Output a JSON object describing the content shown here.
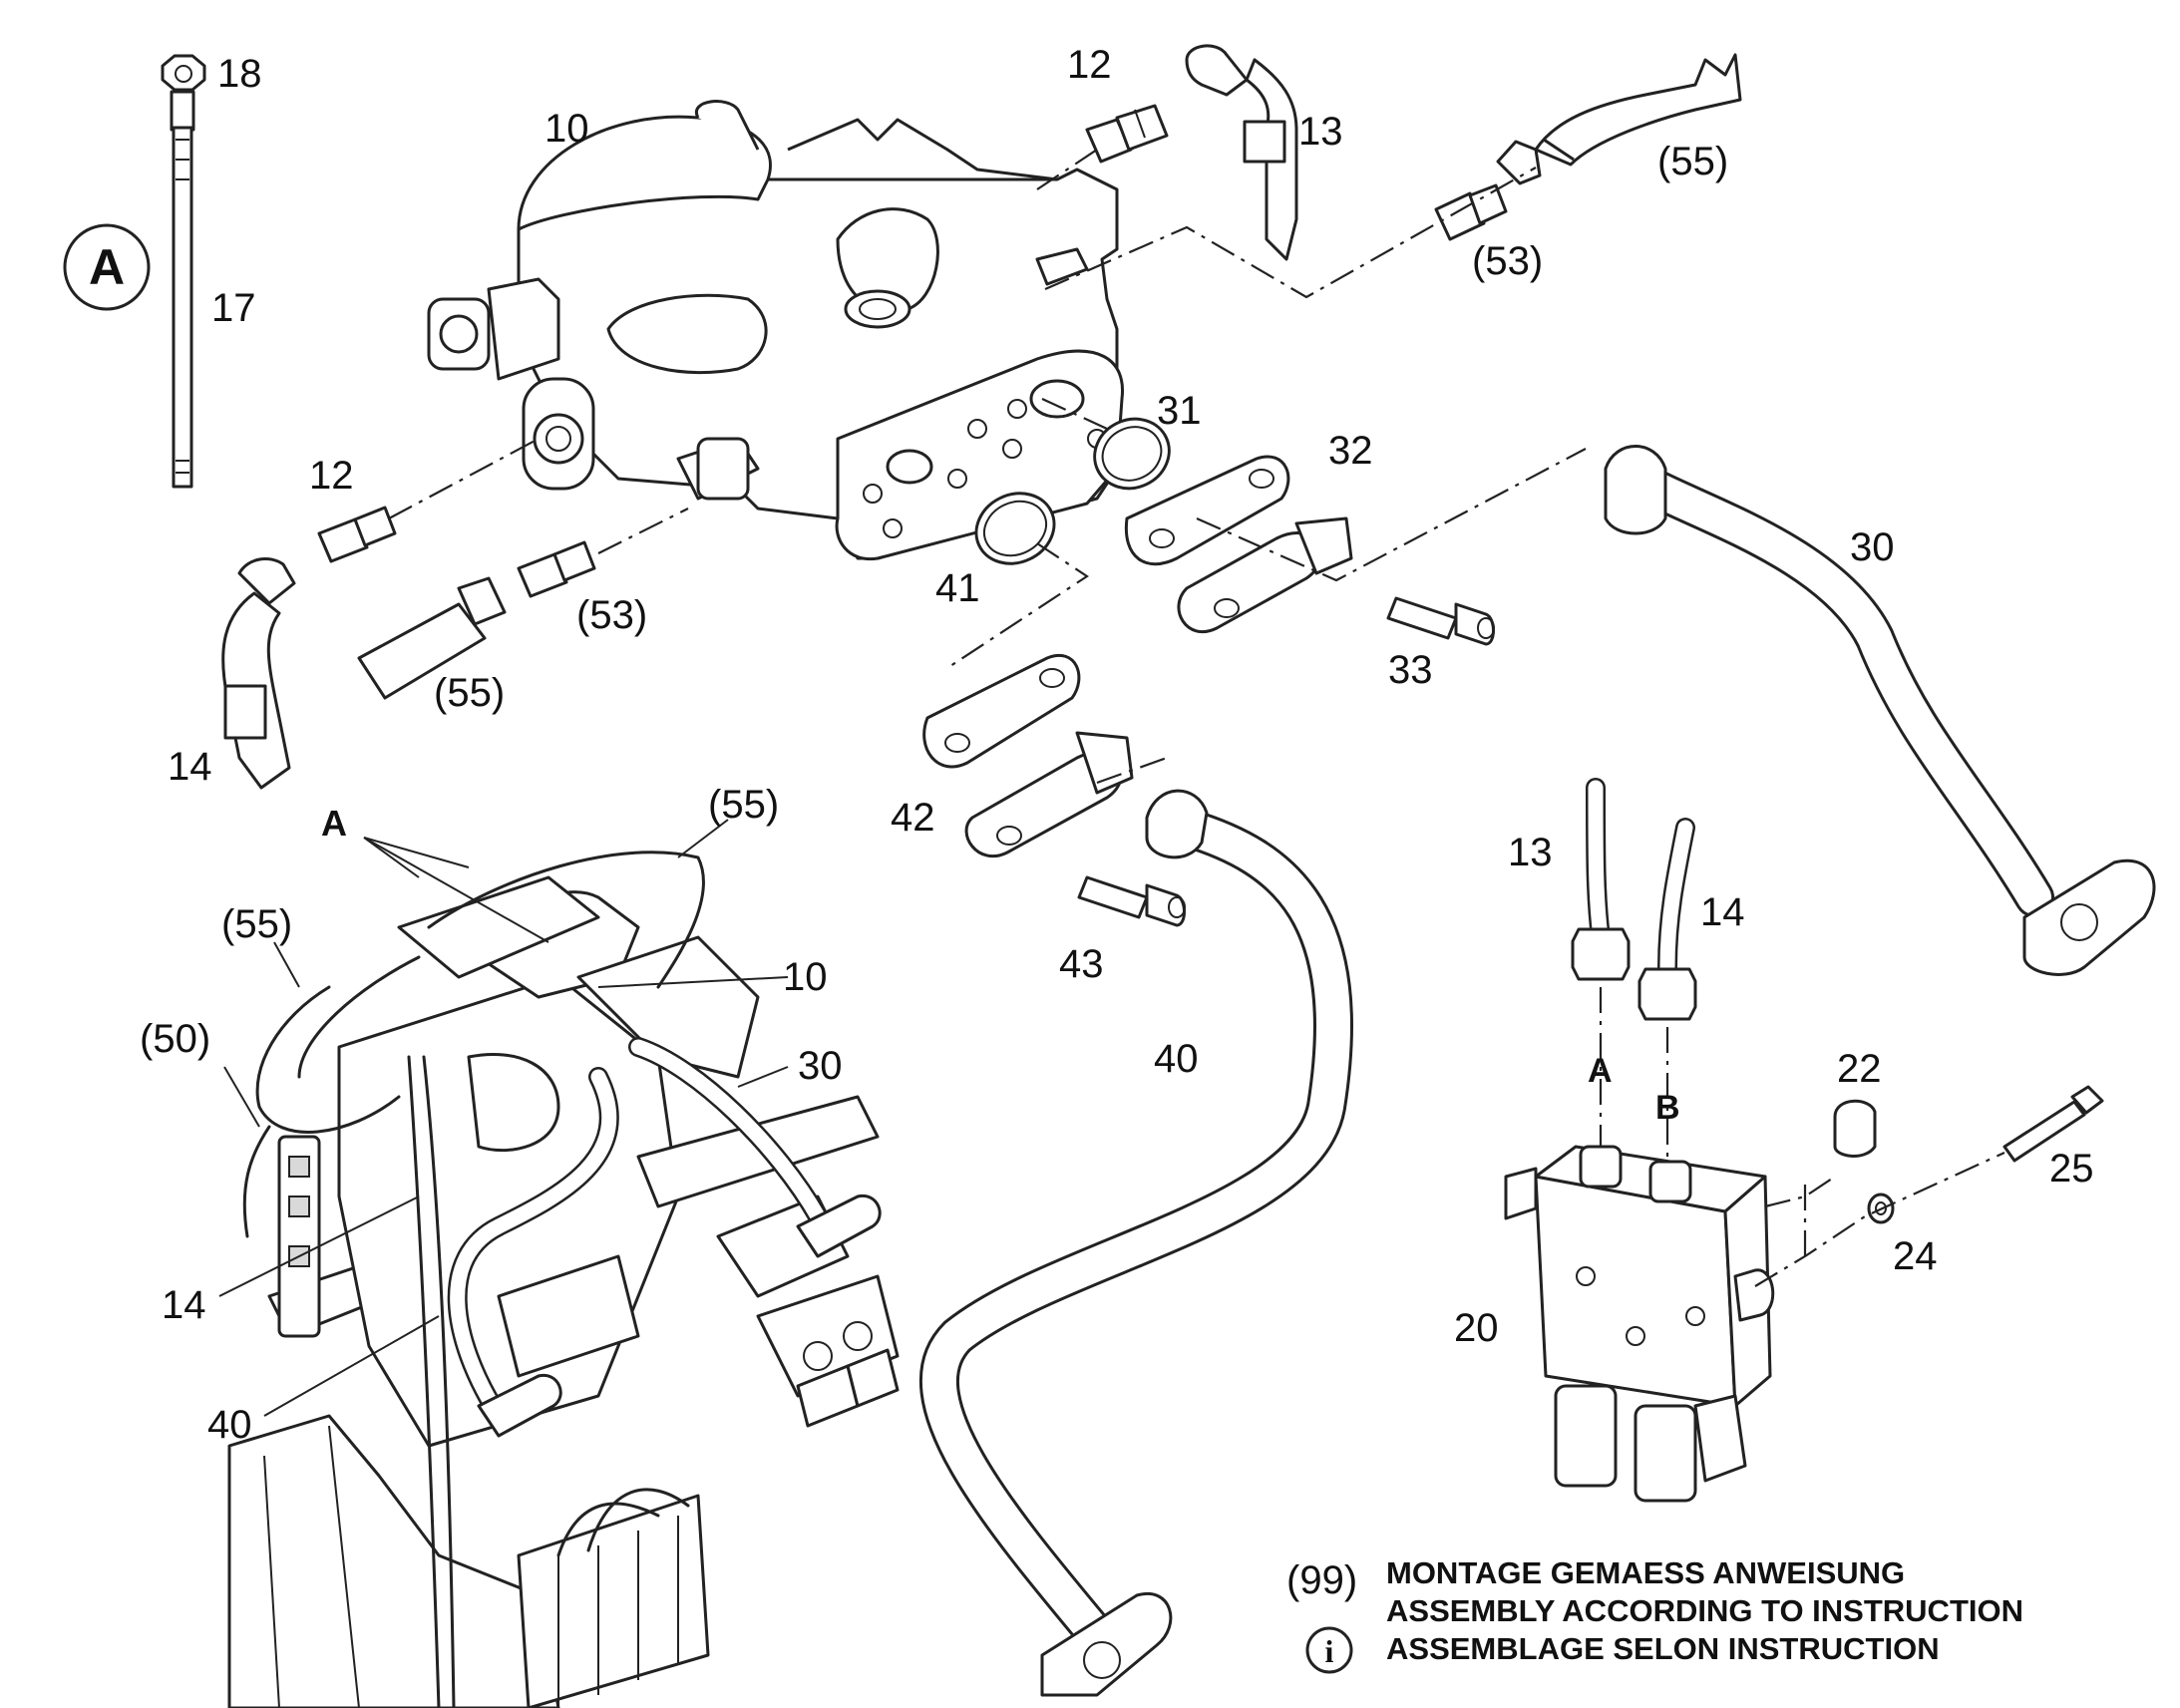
{
  "labels": {
    "view_A": "A",
    "p18": "18",
    "p17": "17",
    "p10_top": "10",
    "p12_top": "12",
    "p13_top": "13",
    "p55_tr": "(55)",
    "p53_tr": "(53)",
    "p31": "31",
    "p32": "32",
    "p30_top": "30",
    "p33": "33",
    "p12_left": "12",
    "p53_left": "(53)",
    "p55_left": "(55)",
    "p41": "41",
    "p14_left": "14",
    "p42": "42",
    "p43": "43",
    "p40_mid": "40",
    "ov_A": "A",
    "ov_55_top": "(55)",
    "ov_55_left": "(55)",
    "ov_10": "10",
    "ov_50": "(50)",
    "ov_30": "30",
    "ov_14": "14",
    "ov_40": "40",
    "bk_13": "13",
    "bk_14": "14",
    "bk_A": "A",
    "bk_B": "B",
    "bk_22": "22",
    "bk_25": "25",
    "bk_24": "24",
    "bk_20": "20"
  },
  "note": {
    "ref": "(99)",
    "line1": "MONTAGE GEMAESS ANWEISUNG",
    "line2": "ASSEMBLY ACCORDING TO INSTRUCTION",
    "line3": "ASSEMBLAGE SELON INSTRUCTION",
    "info_glyph": "i"
  }
}
